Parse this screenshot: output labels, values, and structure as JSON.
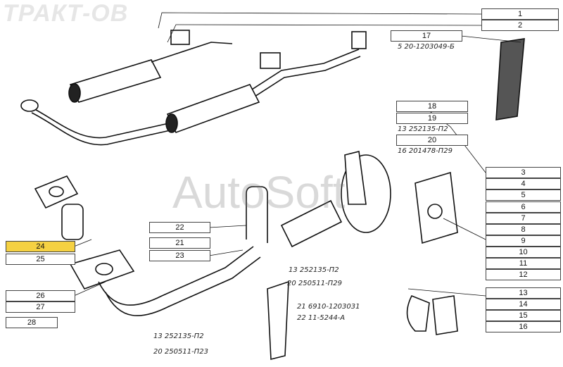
{
  "watermark": {
    "brand": "ТРАКТ-ОВ",
    "overlay": "AutoSoft"
  },
  "highlight_color": "#f5d142",
  "callouts": {
    "c1": "1",
    "c2": "2",
    "c3": "3",
    "c4": "4",
    "c5": "5",
    "c6": "6",
    "c7": "7",
    "c8": "8",
    "c9": "9",
    "c10": "10",
    "c11": "11",
    "c12": "12",
    "c13": "13",
    "c14": "14",
    "c15": "15",
    "c16": "16",
    "c17": "17",
    "c18": "18",
    "c19": "19",
    "c20": "20",
    "c21": "21",
    "c22": "22",
    "c23": "23",
    "c24": "24",
    "c25": "25",
    "c26": "26",
    "c27": "27",
    "c28": "28"
  },
  "selected_callout": "24",
  "part_numbers": {
    "p1": "5  20-1203049-Б",
    "p2": "13  252135-П2",
    "p3": "16  201478-П29",
    "p4": "13  252135-П2",
    "p5": "20  250511-П29",
    "p6": "21  6910-1203031",
    "p7": "22  11-5244-А",
    "p8": "13  252135-П2",
    "p9": "20  250511-П23"
  }
}
